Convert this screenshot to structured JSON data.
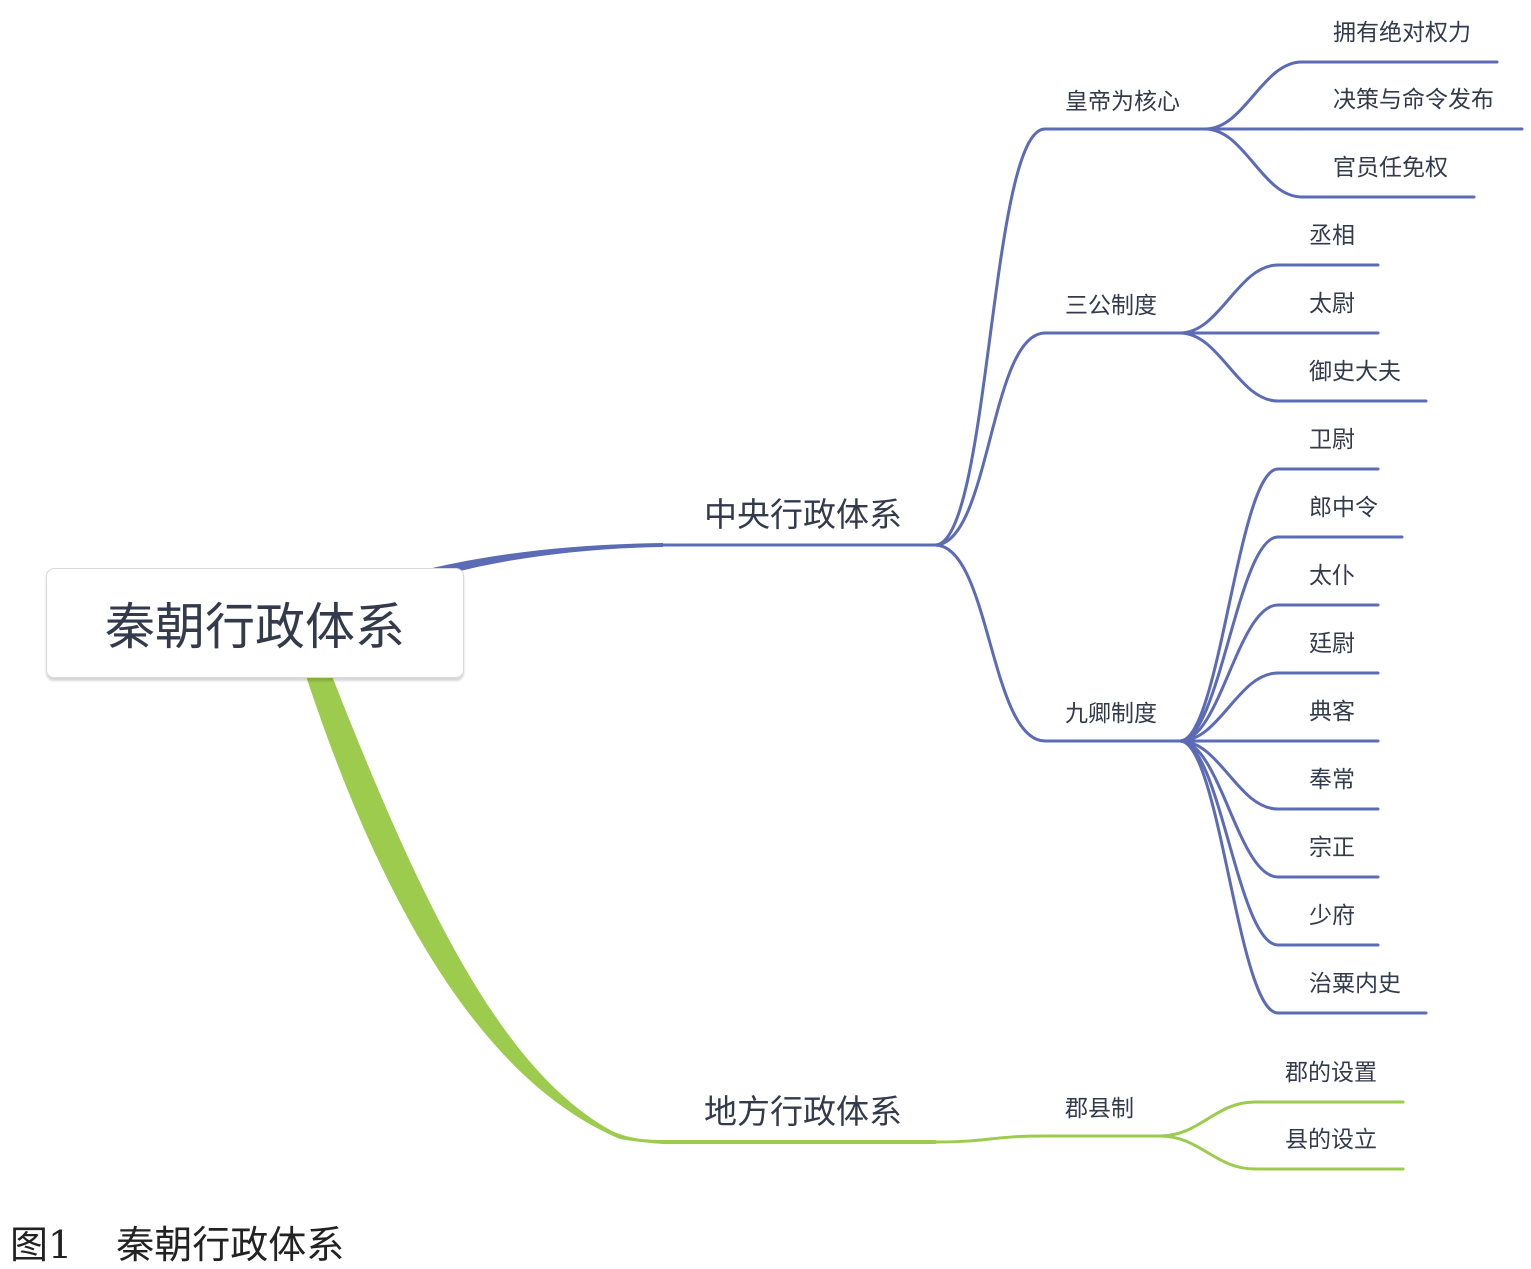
{
  "root": {
    "label": "秦朝行政体系"
  },
  "colors": {
    "central": "#5b6bb5",
    "local": "#9ccb4d",
    "text": "#333a4c"
  },
  "branches": [
    {
      "label": "中央行政体系",
      "color": "central",
      "children": [
        {
          "label": "皇帝为核心",
          "children": [
            "拥有绝对权力",
            "决策与命令发布",
            "官员任免权"
          ]
        },
        {
          "label": "三公制度",
          "children": [
            "丞相",
            "太尉",
            "御史大夫"
          ]
        },
        {
          "label": "九卿制度",
          "children": [
            "卫尉",
            "郎中令",
            "太仆",
            "廷尉",
            "典客",
            "奉常",
            "宗正",
            "少府",
            "治粟内史"
          ]
        }
      ]
    },
    {
      "label": "地方行政体系",
      "color": "local",
      "children": [
        {
          "label": "郡县制",
          "children": [
            "郡的设置",
            "县的设立"
          ]
        }
      ]
    }
  ],
  "caption": {
    "number": "图1",
    "title": "秦朝行政体系"
  }
}
